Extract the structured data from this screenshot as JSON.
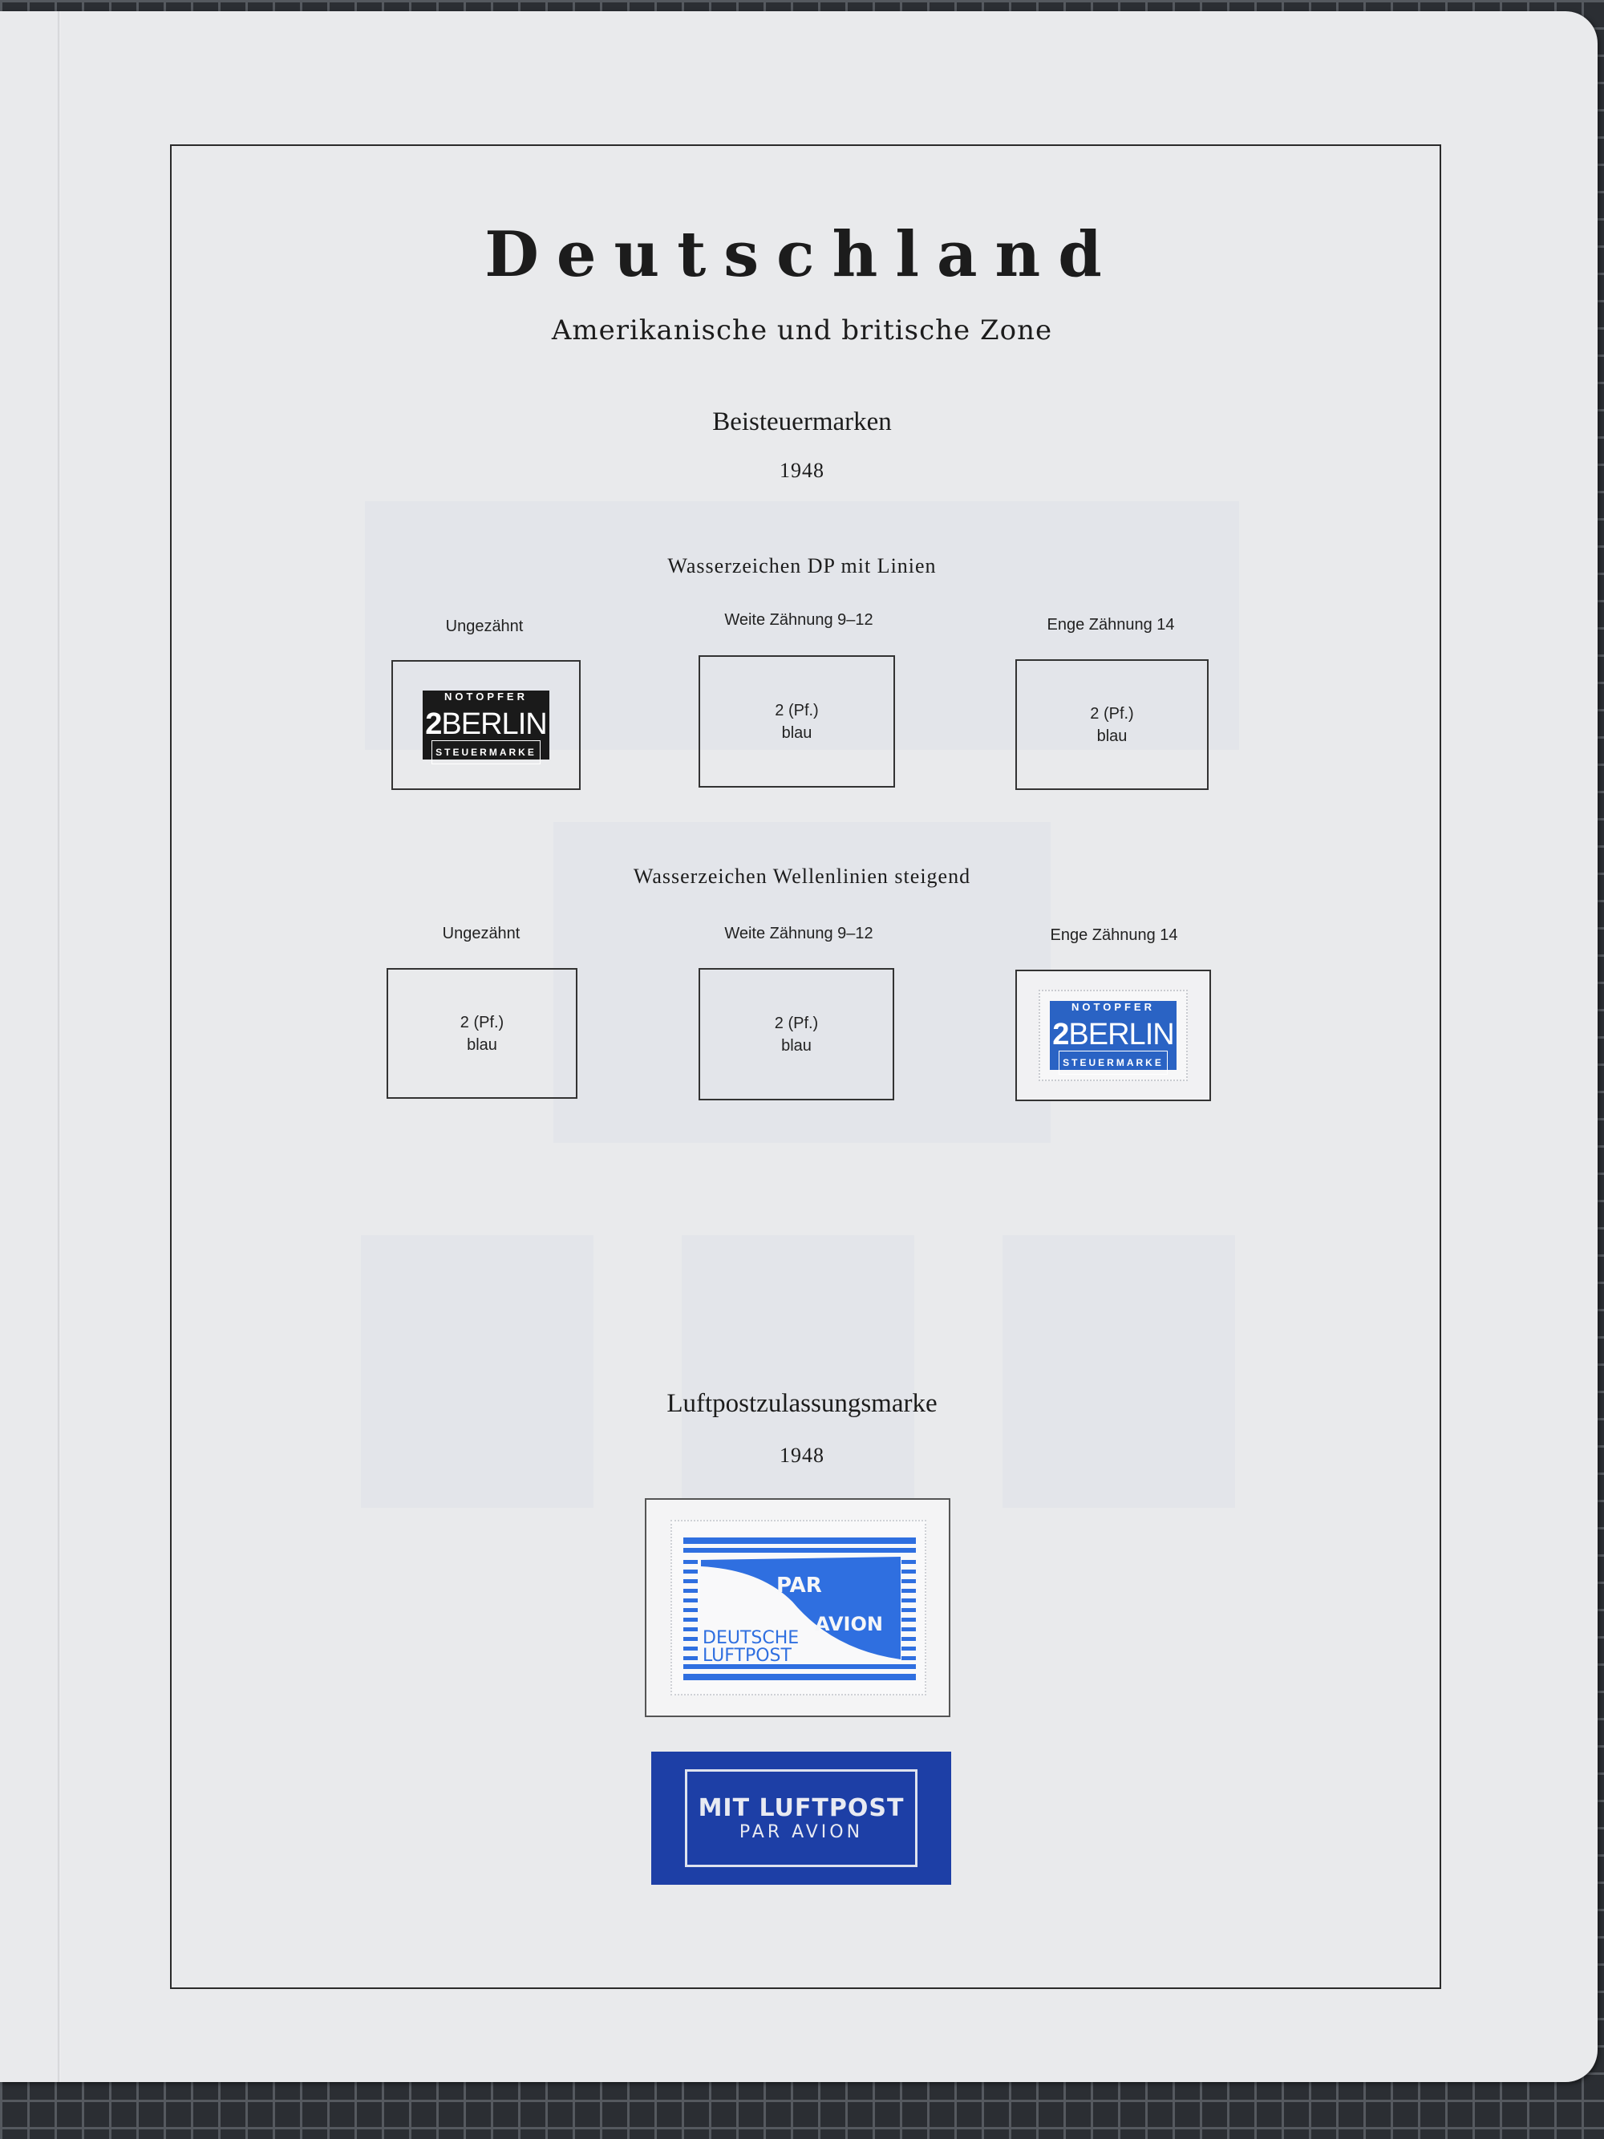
{
  "header": {
    "title": "Deutschland",
    "subtitle": "Amerikanische und britische Zone"
  },
  "section1": {
    "title": "Beisteuermarken",
    "year": "1948",
    "groups": [
      {
        "heading": "Wasserzeichen DP mit Linien",
        "slots": [
          {
            "label": "Ungezähnt",
            "stamp": {
              "top": "NOTOPFER",
              "value": "2",
              "city": "BERLIN",
              "bottom": "STEUERMARKE",
              "color": "#1a1a1a"
            }
          },
          {
            "label": "Weite Zähnung 9–12",
            "value": "2 (Pf.)",
            "color_name": "blau"
          },
          {
            "label": "Enge Zähnung 14",
            "value": "2 (Pf.)",
            "color_name": "blau"
          }
        ]
      },
      {
        "heading": "Wasserzeichen Wellenlinien steigend",
        "slots": [
          {
            "label": "Ungezähnt",
            "value": "2 (Pf.)",
            "color_name": "blau"
          },
          {
            "label": "Weite Zähnung 9–12",
            "value": "2 (Pf.)",
            "color_name": "blau"
          },
          {
            "label": "Enge Zähnung 14",
            "stamp": {
              "top": "NOTOPFER",
              "value": "2",
              "city": "BERLIN",
              "bottom": "STEUERMARKE",
              "color": "#2a63c4"
            }
          }
        ]
      }
    ]
  },
  "section2": {
    "title": "Luftpostzulassungsmarke",
    "year": "1948",
    "stamp": {
      "line1": "PAR",
      "line2": "AVION",
      "line3": "DEUTSCHE",
      "line4": "LUFTPOST",
      "color": "#2f6fe0"
    },
    "label": {
      "line1": "MIT LUFTPOST",
      "line2": "PAR AVION",
      "color": "#1d3fa6"
    }
  }
}
